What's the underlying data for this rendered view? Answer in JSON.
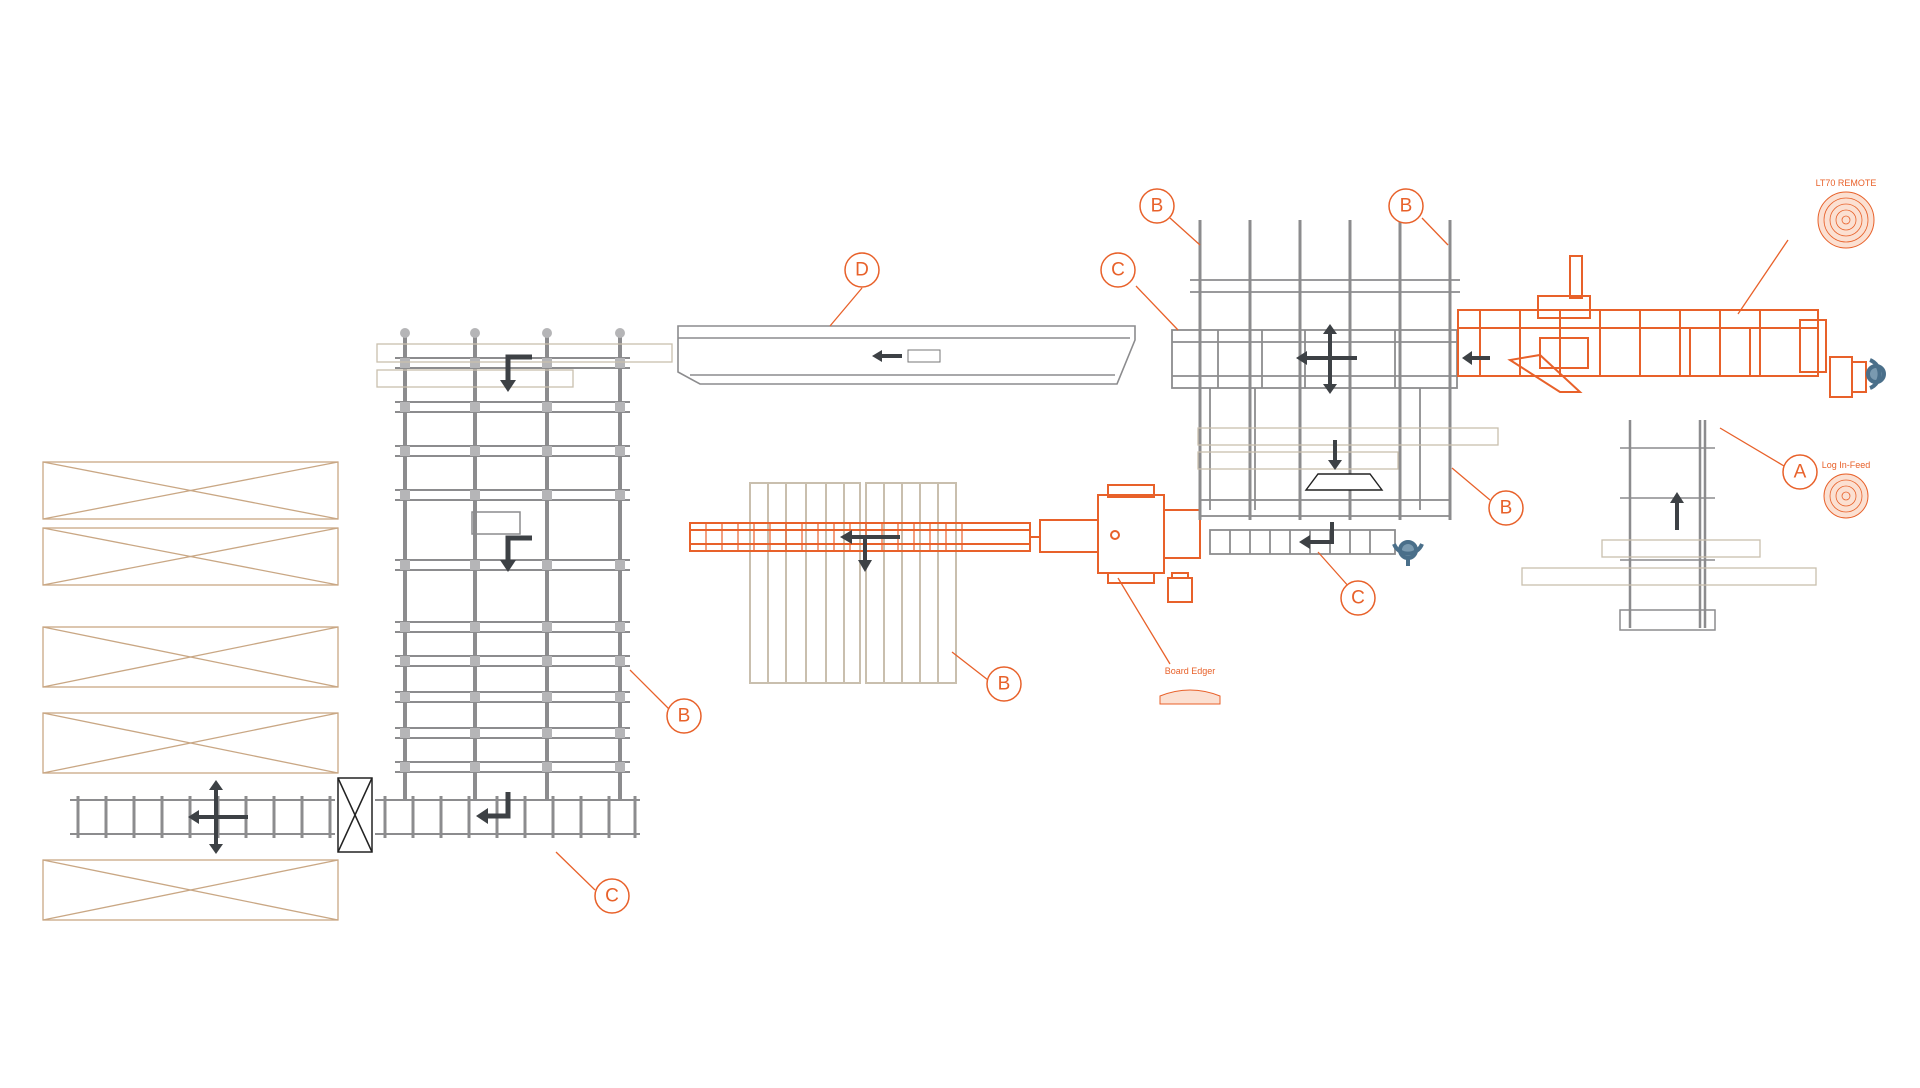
{
  "colors": {
    "accent": "#e8612a",
    "machine_gray": "#8c8c8e",
    "machine_tan": "#c9bfae",
    "storage_tan": "#c9a784",
    "arrow_dark": "#3d4145",
    "operator_blue": "#4a6f8a"
  },
  "labels": {
    "lt70_remote": "LT70 REMOTE",
    "log_infeed": "Log In-Feed",
    "board_edger": "Board Edger"
  },
  "callouts": {
    "a": "A",
    "b": "B",
    "c": "C",
    "d": "D"
  },
  "icons": {
    "log_end": "log-end-grain-icon",
    "operator": "operator-icon",
    "arrow": "flow-arrow-icon"
  }
}
